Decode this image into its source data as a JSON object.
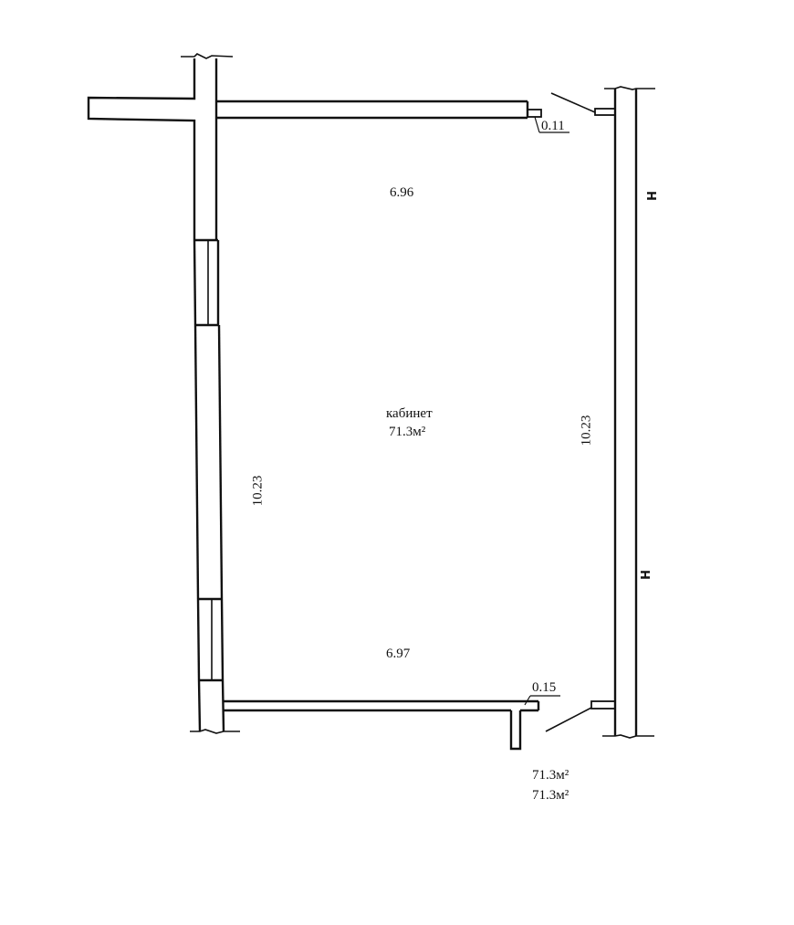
{
  "plan": {
    "room": {
      "name": "кабинет",
      "area": "71.3м²"
    },
    "dimensions": {
      "top_width": "6.96",
      "bottom_width": "6.97",
      "left_length": "10.23",
      "right_length": "10.23",
      "top_wall_thickness": "0.11",
      "bottom_wall_thickness": "0.15"
    },
    "totals": {
      "line_1": "71.3м²",
      "line_2": "71.3м²"
    },
    "marks": {
      "upper_h": "H",
      "lower_h": "H"
    },
    "colors": {
      "line": "#111111",
      "background": "#ffffff"
    }
  }
}
